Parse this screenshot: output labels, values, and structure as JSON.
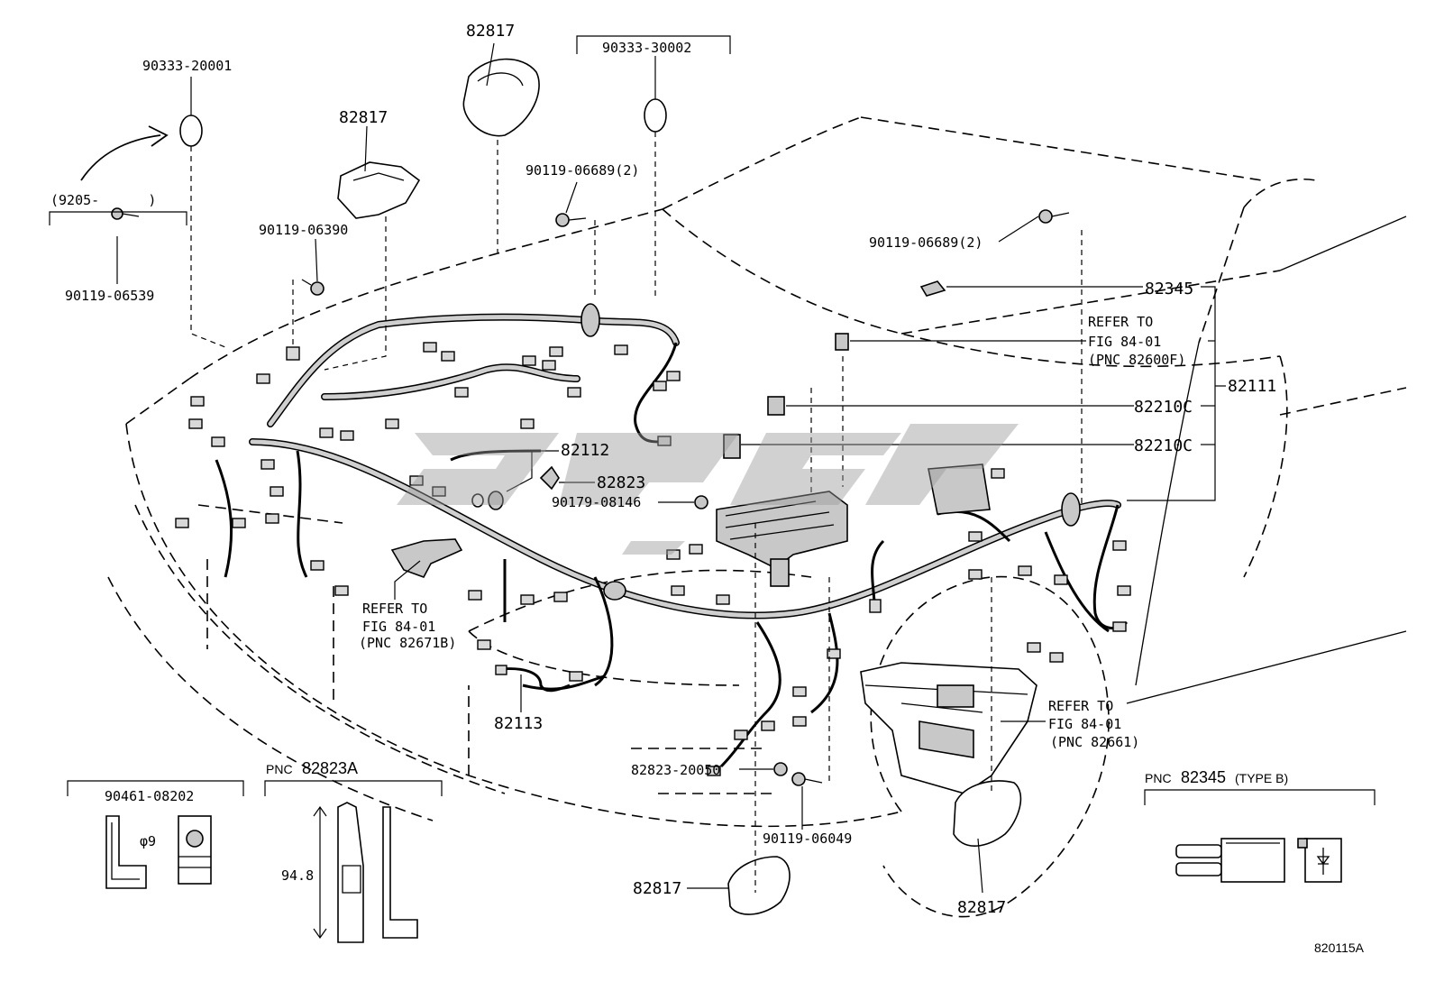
{
  "labels": {
    "p90333_20001": "90333-20001",
    "p9205": "(9205-      )",
    "p90119_06539": "90119-06539",
    "p82817_a": "82817",
    "p82817_b": "82817",
    "p90333_30002": "90333-30002",
    "p90119_06689_a": "90119-06689(2)",
    "p90119_06390": "90119-06390",
    "p90119_06689_b": "90119-06689(2)",
    "p82345": "82345",
    "refer1": [
      "REFER TO",
      "FIG 84-01",
      "(PNC 82600F)"
    ],
    "p82111": "82111",
    "p82210c_a": "82210C",
    "p82210c_b": "82210C",
    "p82112": "82112",
    "p82823": "82823",
    "p90179_08146": "90179-08146",
    "refer2": [
      "REFER TO",
      "FIG 84-01",
      "(PNC 82671B)"
    ],
    "p82113": "82113",
    "refer3": [
      "REFER TO",
      "FIG 84-01",
      "(PNC 82661)"
    ],
    "p82823_20050": "82823-20050",
    "p90119_06049": "90119-06049",
    "p82817_c": "82817",
    "p82817_d": "82817",
    "p90461_08202": "90461-08202",
    "phi9": "φ9",
    "pnc_82823a_prefix": "PNC",
    "pnc_82823a": "82823A",
    "dim_94_8": "94.8",
    "pnc_82345_prefix": "PNC",
    "pnc_82345": "82345",
    "pnc_82345_suffix": "(TYPE B)",
    "figure_code": "820115A"
  }
}
